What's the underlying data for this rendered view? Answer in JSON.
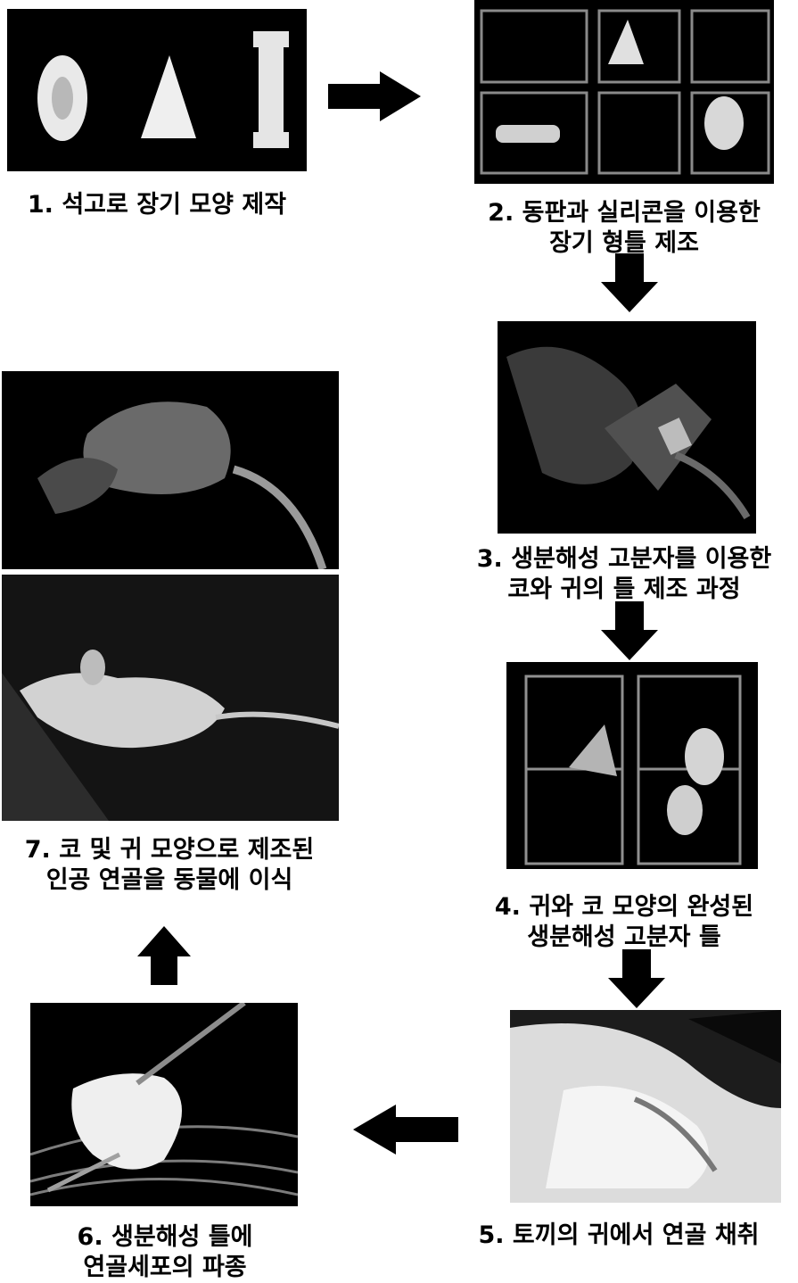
{
  "steps": [
    {
      "id": 1,
      "lines": [
        "1. 석고로 장기 모양 제작"
      ]
    },
    {
      "id": 2,
      "lines": [
        "2. 동판과 실리콘을 이용한",
        "장기 형틀 제조"
      ]
    },
    {
      "id": 3,
      "lines": [
        "3. 생분해성 고분자를 이용한",
        "코와 귀의 틀 제조 과정"
      ]
    },
    {
      "id": 4,
      "lines": [
        "4. 귀와 코 모양의 완성된",
        "생분해성 고분자 틀"
      ]
    },
    {
      "id": 5,
      "lines": [
        "5. 토끼의 귀에서 연골 채취"
      ]
    },
    {
      "id": 6,
      "lines": [
        "6. 생분해성 틀에",
        "연골세포의 파종"
      ]
    },
    {
      "id": 7,
      "lines": [
        "7. 코 및 귀 모양으로 제조된",
        "인공 연골을 동물에 이식"
      ]
    }
  ],
  "arrow_icons": [
    "arrow-right-icon",
    "arrow-down-icon",
    "arrow-down-icon",
    "arrow-down-icon",
    "arrow-left-icon",
    "arrow-up-icon"
  ],
  "colors": {
    "photo_bg": "#000000",
    "arrow": "#000000",
    "text": "#000000"
  }
}
